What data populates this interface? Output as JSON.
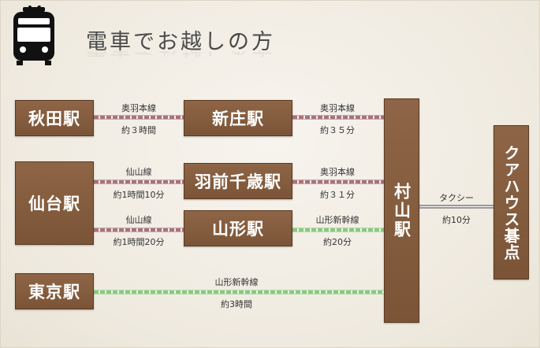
{
  "title": "電車でお越しの方",
  "icon": "train-icon",
  "colors": {
    "station_fill": "#7b5437",
    "line_conventional": "#a8737d",
    "line_shinkansen": "#8ac87f",
    "line_taxi": "#9a9a9a"
  },
  "stations": {
    "akita": "秋田駅",
    "sendai": "仙台駅",
    "tokyo": "東京駅",
    "shinjo": "新庄駅",
    "haguro_chitose": "羽前千歳駅",
    "yamagata": "山形駅",
    "murayama": "村山駅",
    "destination": "クアハウス碁点"
  },
  "routes": {
    "akita_shinjo": {
      "line": "奥羽本線",
      "time": "約３時間"
    },
    "shinjo_murayama": {
      "line": "奥羽本線",
      "time": "約３５分"
    },
    "sendai_chitose": {
      "line": "仙山線",
      "time": "約1時間10分"
    },
    "chitose_murayama": {
      "line": "奥羽本線",
      "time": "約３１分"
    },
    "sendai_yamagata": {
      "line": "仙山線",
      "time": "約1時間20分"
    },
    "yamagata_murayama": {
      "line": "山形新幹線",
      "time": "約20分"
    },
    "tokyo_murayama": {
      "line": "山形新幹線",
      "time": "約3時間"
    },
    "murayama_dest": {
      "line": "タクシー",
      "time": "約10分"
    }
  }
}
